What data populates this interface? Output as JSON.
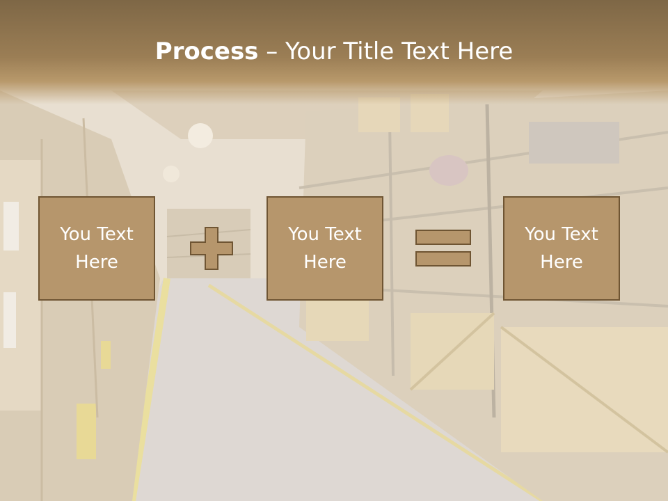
{
  "slide": {
    "title_bold": "Process",
    "title_rest": " – Your Title Text Here"
  },
  "boxes": [
    {
      "text": "You Text Here"
    },
    {
      "text": "You Text Here"
    },
    {
      "text": "You Text Here"
    }
  ],
  "operators": [
    "plus-icon",
    "equals-icon"
  ],
  "colors": {
    "title_band": "#8a7049",
    "box_fill": "#b6966c",
    "box_border": "#6f5533",
    "text": "#ffffff"
  }
}
